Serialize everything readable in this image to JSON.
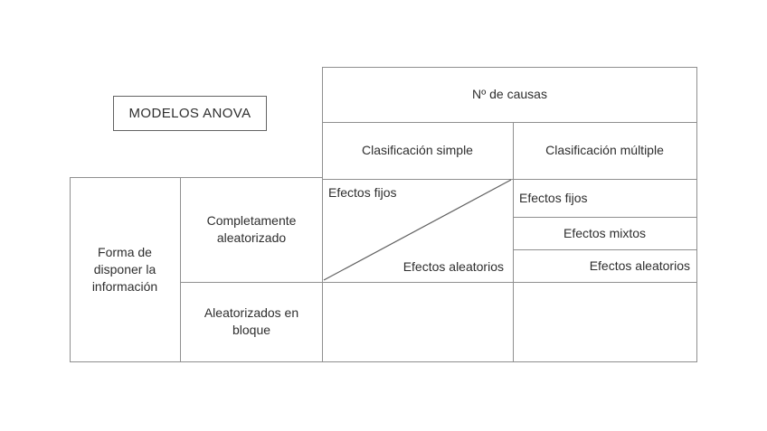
{
  "title_box": {
    "label": "MODELOS ANOVA"
  },
  "causes_table": {
    "header": "Nº de causas",
    "columns": [
      {
        "label": "Clasificación simple"
      },
      {
        "label": "Clasificación múltiple"
      }
    ],
    "simple_cell": {
      "top_left": "Efectos fijos",
      "bottom_right": "Efectos aleatorios"
    },
    "multiple_cell": {
      "rows": [
        "Efectos fijos",
        "Efectos mixtos",
        "Efectos aleatorios"
      ]
    }
  },
  "layout_table": {
    "row_header": "Forma de disponer la información",
    "rows": [
      {
        "label": "Completamente aleatorizado"
      },
      {
        "label": "Aleatorizados en bloque"
      }
    ]
  },
  "colors": {
    "background": "#ffffff",
    "table-border": "#8f8f8f",
    "box-border": "#636363",
    "diagonal": "#5f5f5f",
    "text": "#2e2e2e"
  }
}
